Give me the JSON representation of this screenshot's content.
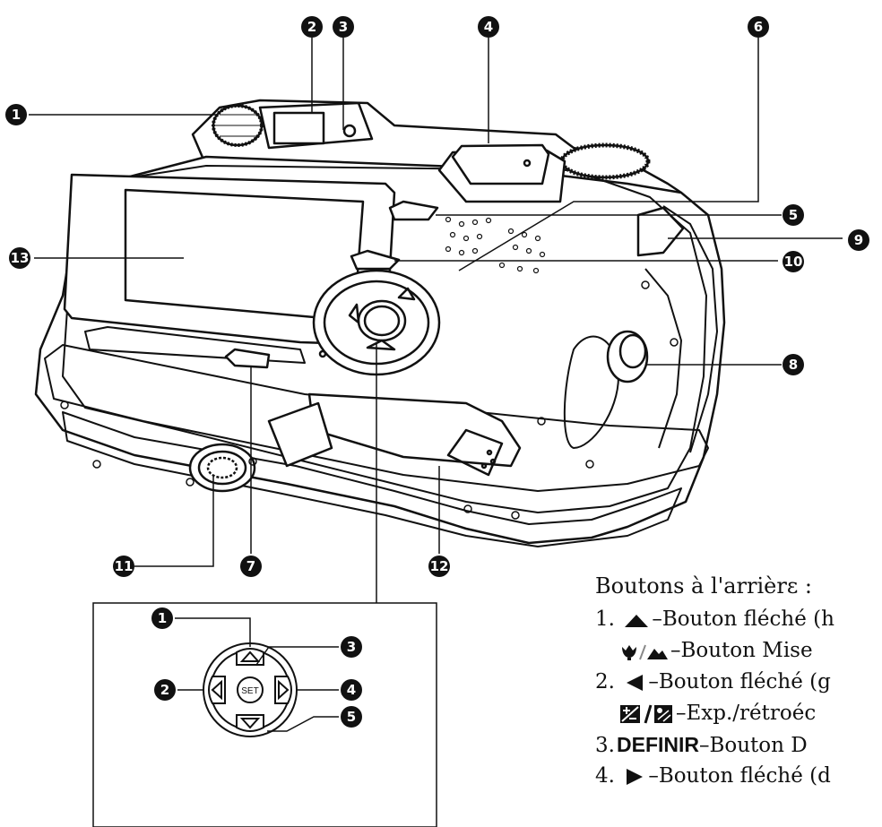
{
  "callouts": [
    {
      "id": "1",
      "label": "1"
    },
    {
      "id": "2",
      "label": "2"
    },
    {
      "id": "3",
      "label": "3"
    },
    {
      "id": "4",
      "label": "4"
    },
    {
      "id": "5",
      "label": "5"
    },
    {
      "id": "6",
      "label": "6"
    },
    {
      "id": "7",
      "label": "7"
    },
    {
      "id": "8",
      "label": "8"
    },
    {
      "id": "9",
      "label": "9"
    },
    {
      "id": "10",
      "label": "10"
    },
    {
      "id": "11",
      "label": "11"
    },
    {
      "id": "12",
      "label": "12"
    },
    {
      "id": "13",
      "label": "13"
    }
  ],
  "inset": {
    "set_label": "SET",
    "callouts": [
      {
        "id": "i1",
        "label": "1"
      },
      {
        "id": "i2",
        "label": "2"
      },
      {
        "id": "i3",
        "label": "3"
      },
      {
        "id": "i4",
        "label": "4"
      },
      {
        "id": "i5",
        "label": "5"
      }
    ]
  },
  "legend": {
    "title": "Boutons à l'arrièrε :",
    "items": [
      {
        "num": "1.",
        "text": "–Bouton fléché (h"
      },
      {
        "num": "",
        "text": "–Bouton Mise"
      },
      {
        "num": "2.",
        "text": "–Bouton fléché (g"
      },
      {
        "num": "",
        "text": "–Exp./rétroéc"
      },
      {
        "num": "3.",
        "strong": "DEFINIR",
        "text": "–Bouton D"
      },
      {
        "num": "4.",
        "text": "–Bouton fléché (d"
      }
    ]
  },
  "colors": {
    "line": "#111111",
    "fill": "#ffffff",
    "badge": "#111111"
  }
}
